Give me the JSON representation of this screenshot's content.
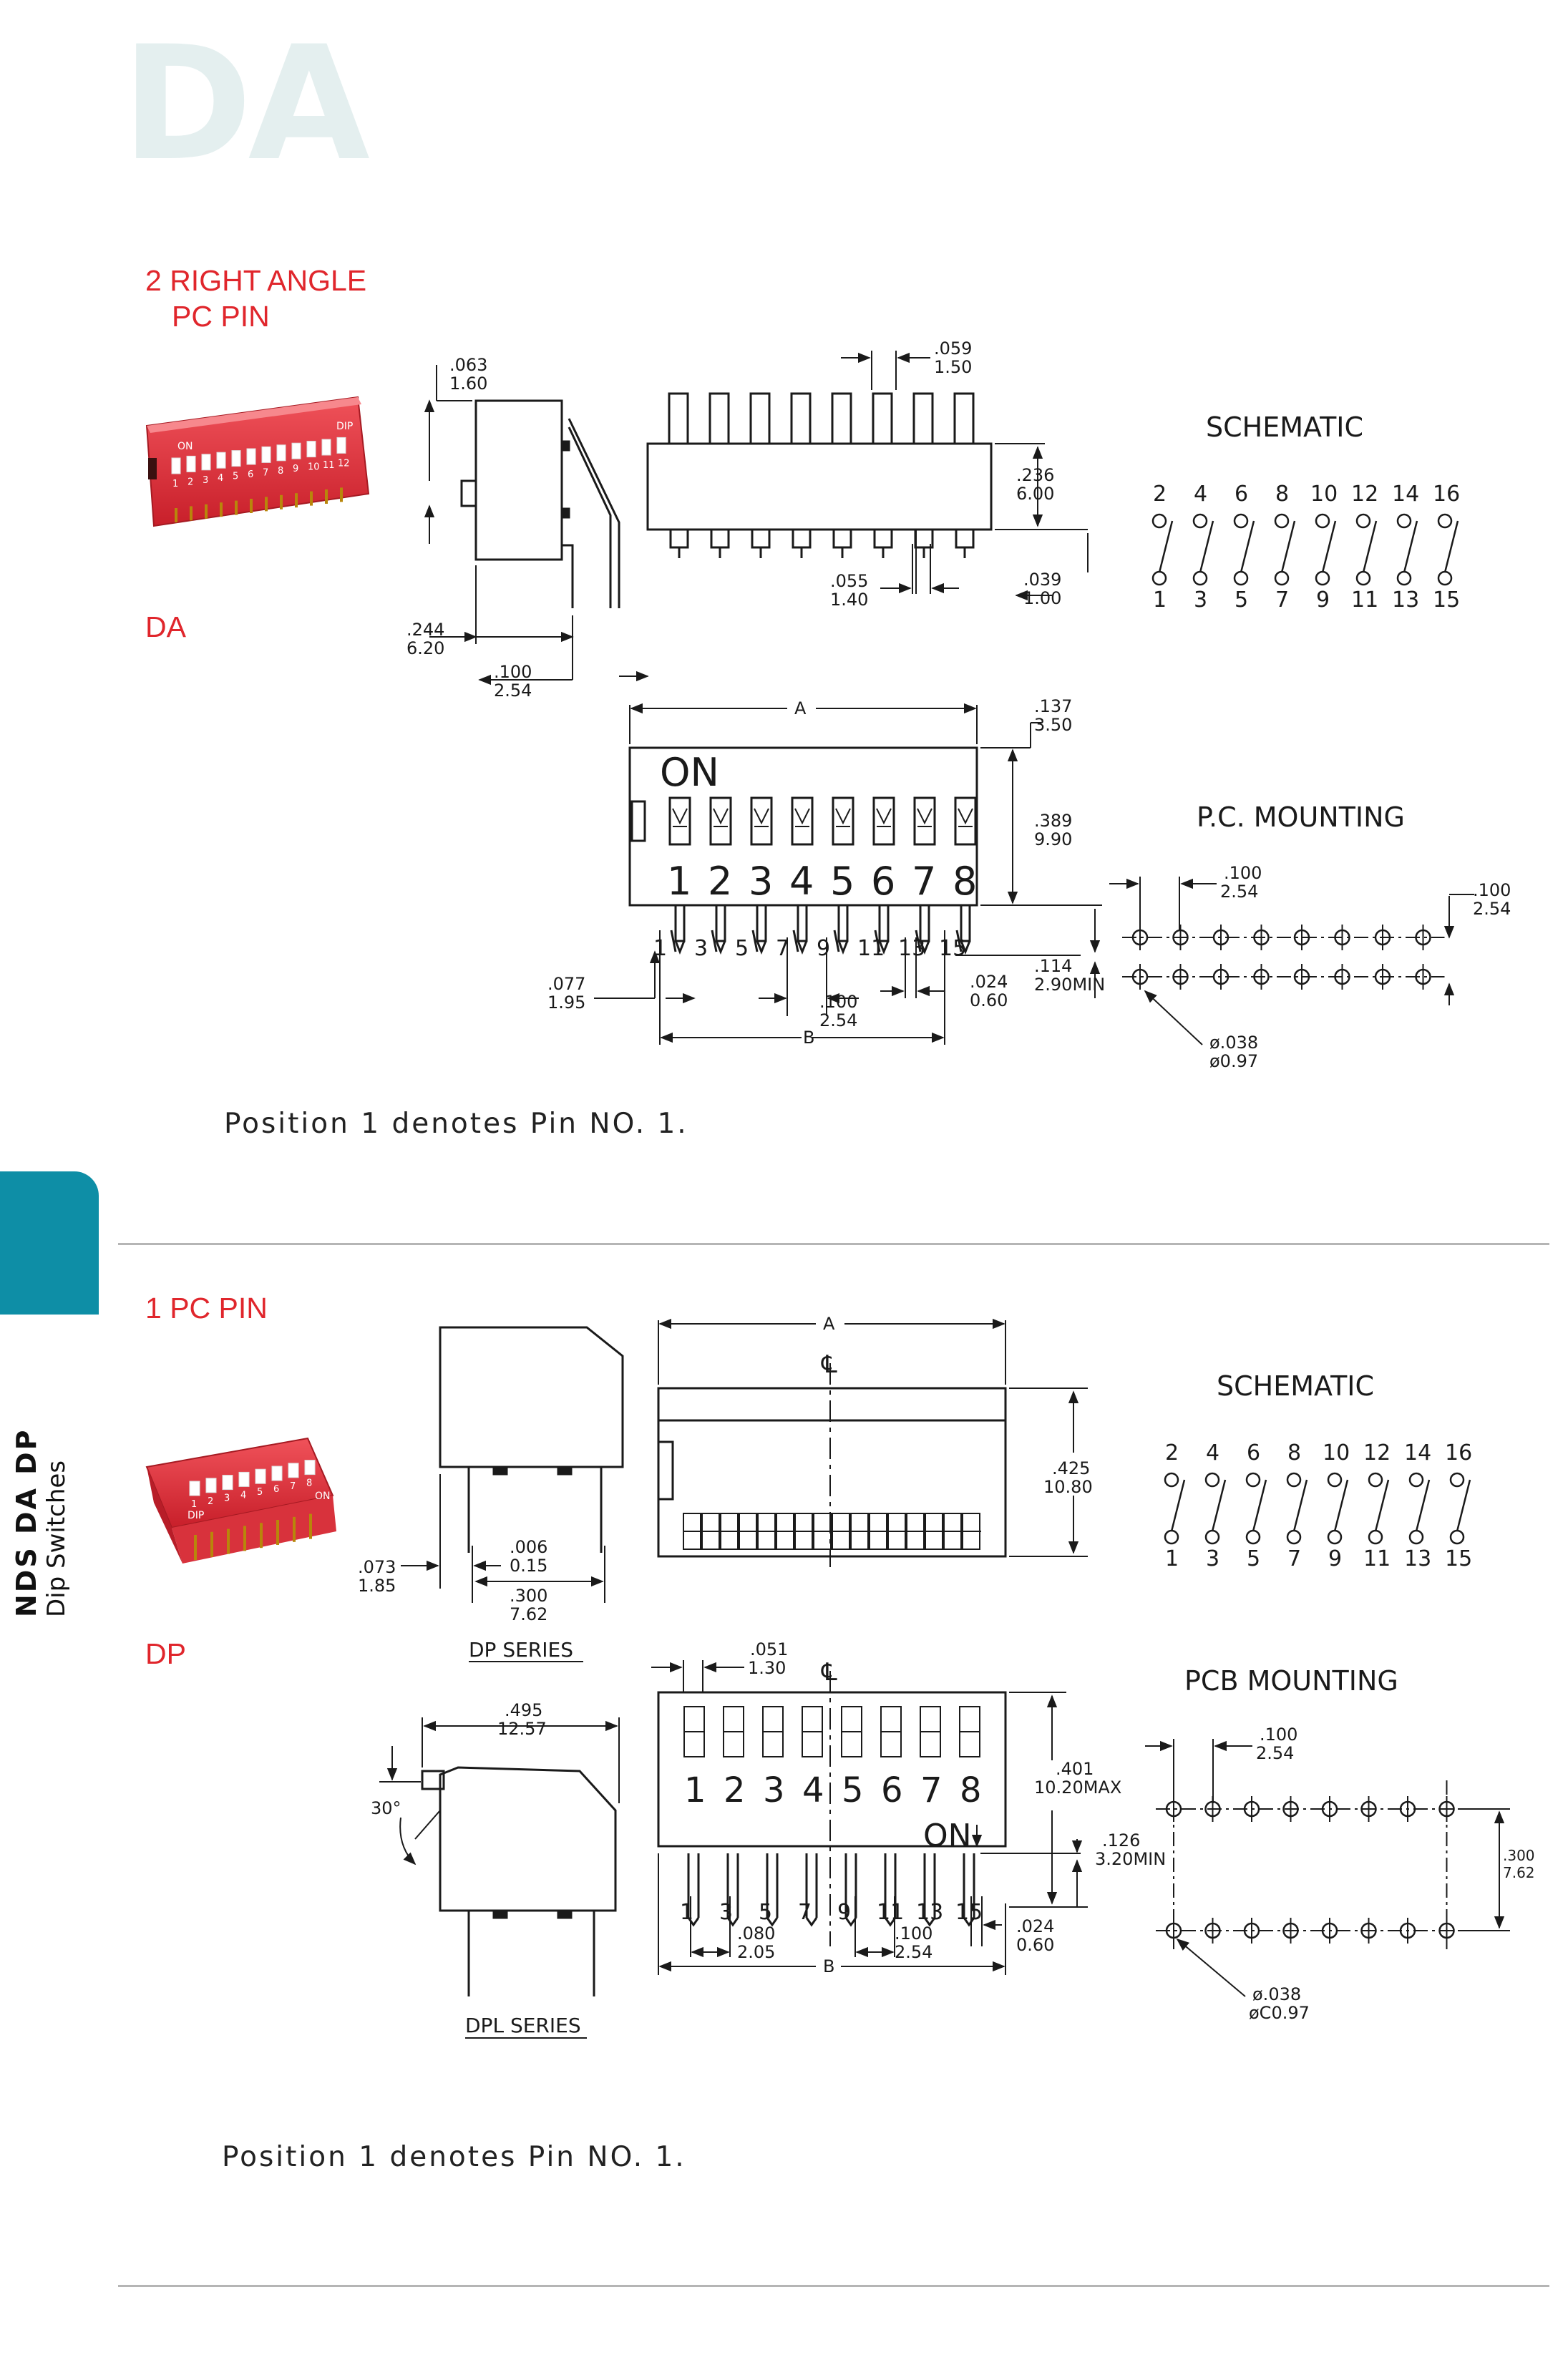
{
  "watermark": "DA",
  "sidebar": {
    "series": "NDS DA DP",
    "subtitle": "Dip Switches"
  },
  "section_da": {
    "title_line1": "2 RIGHT ANGLE",
    "title_line2": "PC PIN",
    "variant": "DA",
    "note": "Position 1 denotes Pin NO. 1.",
    "photo": {
      "on_label": "ON",
      "dip_label": "DIP",
      "numbers": [
        "1",
        "2",
        "3",
        "4",
        "5",
        "6",
        "7",
        "8",
        "9",
        "10",
        "11",
        "12"
      ]
    },
    "dims": {
      "d063": ".063",
      "d160": "1.60",
      "d244": ".244",
      "d620": "6.20",
      "d100": ".100",
      "d254": "2.54",
      "d059": ".059",
      "d150": "1.50",
      "d236": ".236",
      "d600": "6.00",
      "d055": ".055",
      "d140": "1.40",
      "d039": ".039",
      "d100b": "1.00",
      "A": "A",
      "d137": ".137",
      "d350": "3.50",
      "d389": ".389",
      "d990": "9.90",
      "d114": ".114",
      "d290": "2.90MIN",
      "d077": ".077",
      "d195": "1.95",
      "d100c": ".100",
      "d254c": "2.54",
      "d024": ".024",
      "d060": "0.60",
      "B": "B",
      "d100m": ".100",
      "d254m": "2.54",
      "d100m2": ".100",
      "d254m2": "2.54",
      "d038": "ø.038",
      "d097": "ø0.97"
    },
    "top_view_on": "ON",
    "top_view_positions": [
      "1",
      "2",
      "3",
      "4",
      "5",
      "6",
      "7",
      "8"
    ],
    "pins_odd": [
      "1",
      "3",
      "5",
      "7",
      "9",
      "11",
      "13",
      "15"
    ],
    "schematic_title": "SCHEMATIC",
    "schematic_top": [
      "2",
      "4",
      "6",
      "8",
      "10",
      "12",
      "14",
      "16"
    ],
    "schematic_bottom": [
      "1",
      "3",
      "5",
      "7",
      "9",
      "11",
      "13",
      "15"
    ],
    "mounting_title": "P.C.  MOUNTING"
  },
  "section_dp": {
    "title": "1 PC PIN",
    "variant": "DP",
    "note": "Position 1 denotes Pin NO. 1.",
    "photo": {
      "on_label": "ON",
      "dip_label": "DIP",
      "numbers": [
        "1",
        "2",
        "3",
        "4",
        "5",
        "6",
        "7",
        "8"
      ]
    },
    "series_dp": "DP SERIES",
    "series_dpl": "DPL SERIES",
    "dims": {
      "A": "A",
      "cl": "℄",
      "d425": ".425",
      "d1080": "10.80",
      "d006": ".006",
      "d015": "0.15",
      "d073": ".073",
      "d185": "1.85",
      "d300": ".300",
      "d762": "7.62",
      "d495": ".495",
      "d1257": "12.57",
      "angle": "30°",
      "d051": ".051",
      "d130": "1.30",
      "cl2": "℄",
      "d401": ".401",
      "d1020": "10.20MAX",
      "d126": ".126",
      "d320": "3.20MIN",
      "d080": ".080",
      "d205": "2.05",
      "d100": ".100",
      "d254": "2.54",
      "d024": ".024",
      "d060": "0.60",
      "B": "B",
      "d100m": ".100",
      "d254m": "2.54",
      "d300m": ".300",
      "d762m": "7.62",
      "d038": "ø.038",
      "d097": "øC0.97"
    },
    "top_view_positions": [
      "1",
      "2",
      "3",
      "4",
      "5",
      "6",
      "7",
      "8"
    ],
    "top_view_on": "ON",
    "pins_odd": [
      "1",
      "3",
      "5",
      "7",
      "9",
      "11",
      "13",
      "15"
    ],
    "schematic_title": "SCHEMATIC",
    "schematic_top": [
      "2",
      "4",
      "6",
      "8",
      "10",
      "12",
      "14",
      "16"
    ],
    "schematic_bottom": [
      "1",
      "3",
      "5",
      "7",
      "9",
      "11",
      "13",
      "15"
    ],
    "mounting_title": "PCB  MOUNTING"
  }
}
